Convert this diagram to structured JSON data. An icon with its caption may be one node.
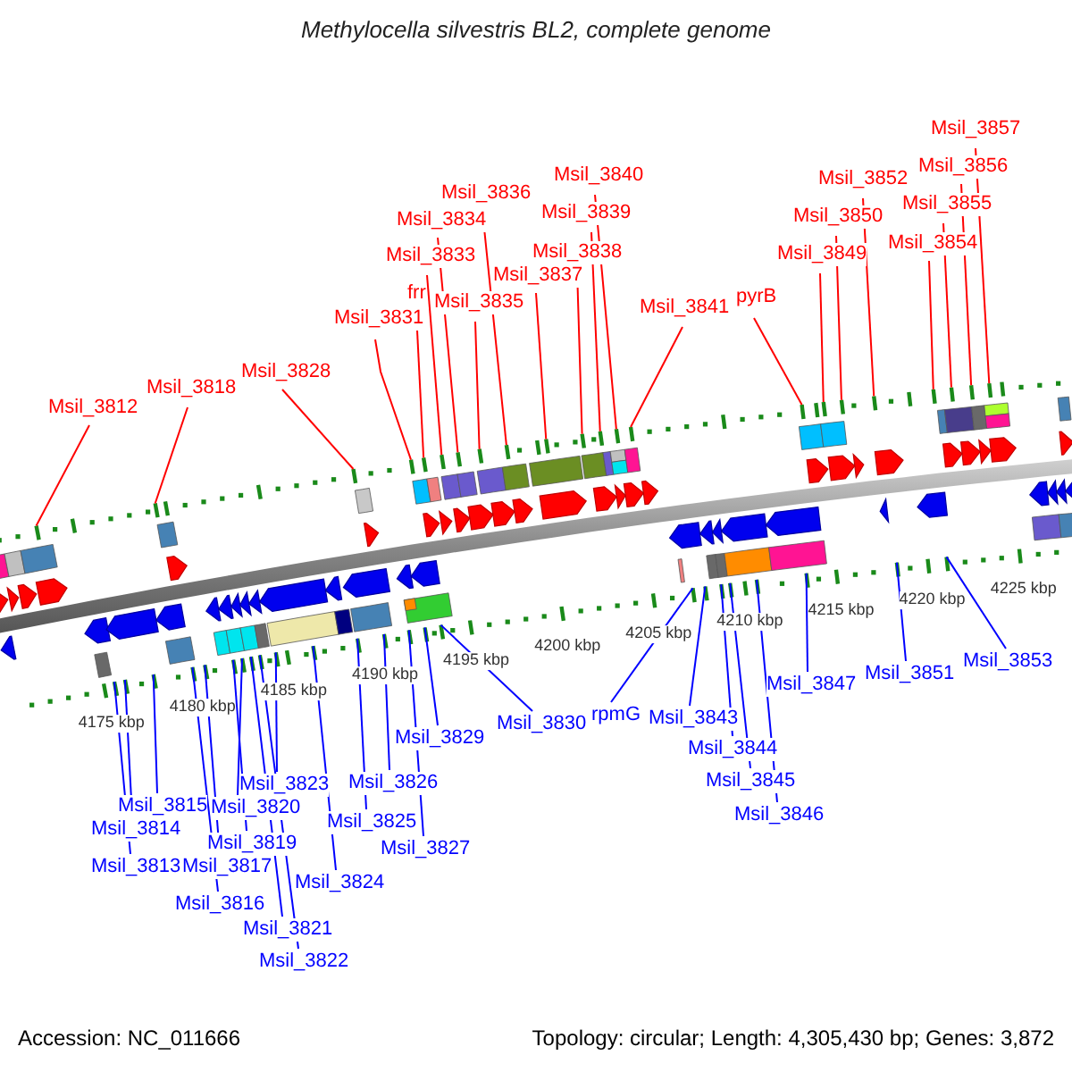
{
  "diagram": {
    "title": "Methylocella silvestris BL2, complete genome",
    "nodes": [
      {
        "text": [
          "Msil_3812"
        ]
      },
      {
        "text": [
          "Msil_3818"
        ]
      },
      {
        "text": [
          "Msil_3828"
        ]
      },
      {
        "text": [
          "Msil_3831"
        ]
      },
      {
        "text": [
          "frr"
        ]
      },
      {
        "text": [
          "Msil_3833"
        ]
      },
      {
        "text": [
          "Msil_3834"
        ]
      },
      {
        "text": [
          "Msil_3835"
        ]
      },
      {
        "text": [
          "Msil_3836"
        ]
      },
      {
        "text": [
          "Msil_3837"
        ]
      },
      {
        "text": [
          "Msil_3838"
        ]
      },
      {
        "text": [
          "Msil_3839"
        ]
      },
      {
        "text": [
          "Msil_3840"
        ]
      },
      {
        "text": [
          "Msil_3841"
        ]
      },
      {
        "text": [
          "pyrB"
        ]
      },
      {
        "text": [
          "Msil_3849"
        ]
      },
      {
        "text": [
          "Msil_3850"
        ]
      },
      {
        "text": [
          "Msil_3852"
        ]
      },
      {
        "text": [
          "Msil_3854"
        ]
      },
      {
        "text": [
          "Msil_3855"
        ]
      },
      {
        "text": [
          "Msil_3856"
        ]
      },
      {
        "text": [
          "Msil_3857"
        ]
      },
      {
        "text": [
          "Msil_3813"
        ]
      },
      {
        "text": [
          "Msil_3814"
        ]
      },
      {
        "text": [
          "Msil_3815"
        ]
      },
      {
        "text": [
          "Msil_3816"
        ]
      },
      {
        "text": [
          "Msil_3817"
        ]
      },
      {
        "text": [
          "Msil_3819"
        ]
      },
      {
        "text": [
          "Msil_3820"
        ]
      },
      {
        "text": [
          "Msil_3821"
        ]
      },
      {
        "text": [
          "Msil_3822"
        ]
      },
      {
        "text": [
          "Msil_3823"
        ]
      },
      {
        "text": [
          "Msil_3824"
        ]
      },
      {
        "text": [
          "Msil_3825"
        ]
      },
      {
        "text": [
          "Msil_3826"
        ]
      },
      {
        "text": [
          "Msil_3827"
        ]
      },
      {
        "text": [
          "Msil_3829"
        ]
      },
      {
        "text": [
          "Msil_3830"
        ]
      },
      {
        "text": [
          "rpmG"
        ]
      },
      {
        "text": [
          "Msil_3843"
        ]
      },
      {
        "text": [
          "Msil_3844"
        ]
      },
      {
        "text": [
          "Msil_3845"
        ]
      },
      {
        "text": [
          "Msil_3846"
        ]
      },
      {
        "text": [
          "Msil_3847"
        ]
      },
      {
        "text": [
          "Msil_3851"
        ]
      },
      {
        "text": [
          "Msil_3853"
        ]
      },
      {
        "text": [],
        "shape": "bar"
      },
      {
        "text": [],
        "shape": "bar"
      },
      {
        "text": [],
        "shape": "bar"
      },
      {
        "text": [],
        "shape": "bar"
      },
      {
        "text": [],
        "shape": "bar"
      },
      {
        "text": [],
        "shape": "bar"
      },
      {
        "text": [],
        "shape": "bar"
      },
      {
        "text": [],
        "shape": "bar"
      },
      {
        "text": [],
        "shape": "bar"
      },
      {
        "text": [],
        "shape": "bar"
      },
      {
        "text": [],
        "shape": "bar"
      },
      {
        "text": [],
        "shape": "bar"
      },
      {
        "text": [],
        "shape": "bar"
      },
      {
        "text": [],
        "shape": "bar"
      },
      {
        "text": [],
        "shape": "bar"
      },
      {
        "text": [],
        "shape": "bar"
      },
      {
        "text": [],
        "shape": "bar"
      },
      {
        "text": [],
        "shape": "bar"
      },
      {
        "text": [],
        "shape": "bar"
      },
      {
        "text": [],
        "shape": "bar"
      },
      {
        "text": [],
        "shape": "bar"
      },
      {
        "text": [],
        "shape": "bar"
      },
      {
        "text": [],
        "shape": "bar"
      },
      {
        "text": [],
        "shape": "bar"
      },
      {
        "text": [],
        "shape": "bar"
      },
      {
        "text": [],
        "shape": "bar"
      },
      {
        "text": [],
        "shape": "bar"
      },
      {
        "text": [],
        "shape": "bar"
      },
      {
        "text": [],
        "shape": "bar"
      },
      {
        "text": [],
        "shape": "bar"
      },
      {
        "text": [],
        "shape": "bar"
      },
      {
        "text": [],
        "shape": "bar"
      },
      {
        "text": [],
        "shape": "bar"
      },
      {
        "text": [],
        "shape": "bar"
      },
      {
        "text": [],
        "shape": "bar"
      },
      {
        "text": [],
        "shape": "bar"
      },
      {
        "text": [],
        "shape": "bar"
      },
      {
        "text": [],
        "shape": "bar"
      },
      {
        "text": [],
        "shape": "bar"
      },
      {
        "text": [],
        "shape": "bar"
      },
      {
        "text": [],
        "shape": "bar"
      },
      {
        "text": [],
        "shape": "bar"
      },
      {
        "text": [],
        "shape": "bar"
      },
      {
        "text": [],
        "shape": "bar"
      },
      {
        "text": [],
        "shape": "bar"
      },
      {
        "text": [],
        "shape": "bar"
      }
    ],
    "edges": [
      {
        "from": 0,
        "to": 46,
        "arrow": "none",
        "color": "#ff0000"
      },
      {
        "from": 1,
        "to": 47,
        "arrow": "none",
        "color": "#ff0000"
      },
      {
        "from": 2,
        "to": 48,
        "arrow": "none",
        "color": "#ff0000"
      },
      {
        "from": 3,
        "to": 49,
        "arrow": "none",
        "color": "#ff0000"
      },
      {
        "from": 4,
        "to": 50,
        "arrow": "none",
        "color": "#ff0000"
      },
      {
        "from": 5,
        "to": 51,
        "arrow": "none",
        "color": "#ff0000"
      },
      {
        "from": 6,
        "to": 52,
        "arrow": "none",
        "color": "#ff0000"
      },
      {
        "from": 7,
        "to": 53,
        "arrow": "none",
        "color": "#ff0000"
      },
      {
        "from": 8,
        "to": 54,
        "arrow": "none",
        "color": "#ff0000"
      },
      {
        "from": 9,
        "to": 55,
        "arrow": "none",
        "color": "#ff0000"
      },
      {
        "from": 10,
        "to": 56,
        "arrow": "none",
        "color": "#ff0000"
      },
      {
        "from": 11,
        "to": 57,
        "arrow": "none",
        "color": "#ff0000"
      },
      {
        "from": 12,
        "to": 58,
        "arrow": "none",
        "color": "#ff0000"
      },
      {
        "from": 13,
        "to": 59,
        "arrow": "none",
        "color": "#ff0000"
      },
      {
        "from": 14,
        "to": 60,
        "arrow": "none",
        "color": "#ff0000"
      },
      {
        "from": 15,
        "to": 61,
        "arrow": "none",
        "color": "#ff0000"
      },
      {
        "from": 16,
        "to": 62,
        "arrow": "none",
        "color": "#ff0000"
      },
      {
        "from": 17,
        "to": 63,
        "arrow": "none",
        "color": "#ff0000"
      },
      {
        "from": 18,
        "to": 64,
        "arrow": "none",
        "color": "#ff0000"
      },
      {
        "from": 19,
        "to": 65,
        "arrow": "none",
        "color": "#ff0000"
      },
      {
        "from": 20,
        "to": 66,
        "arrow": "none",
        "color": "#ff0000"
      },
      {
        "from": 21,
        "to": 67,
        "arrow": "none",
        "color": "#ff0000"
      },
      {
        "from": 22,
        "to": 68,
        "arrow": "none",
        "color": "#0000ff"
      },
      {
        "from": 23,
        "to": 69,
        "arrow": "none",
        "color": "#0000ff"
      },
      {
        "from": 24,
        "to": 70,
        "arrow": "none",
        "color": "#0000ff"
      },
      {
        "from": 25,
        "to": 71,
        "arrow": "none",
        "color": "#0000ff"
      },
      {
        "from": 26,
        "to": 72,
        "arrow": "none",
        "color": "#0000ff"
      },
      {
        "from": 27,
        "to": 73,
        "arrow": "none",
        "color": "#0000ff"
      },
      {
        "from": 28,
        "to": 74,
        "arrow": "none",
        "color": "#0000ff"
      },
      {
        "from": 29,
        "to": 75,
        "arrow": "none",
        "color": "#0000ff"
      },
      {
        "from": 30,
        "to": 76,
        "arrow": "none",
        "color": "#0000ff"
      },
      {
        "from": 31,
        "to": 77,
        "arrow": "none",
        "color": "#0000ff"
      },
      {
        "from": 32,
        "to": 78,
        "arrow": "none",
        "color": "#0000ff"
      },
      {
        "from": 33,
        "to": 79,
        "arrow": "none",
        "color": "#0000ff"
      },
      {
        "from": 34,
        "to": 80,
        "arrow": "none",
        "color": "#0000ff"
      },
      {
        "from": 35,
        "to": 81,
        "arrow": "none",
        "color": "#0000ff"
      },
      {
        "from": 36,
        "to": 82,
        "arrow": "none",
        "color": "#0000ff"
      },
      {
        "from": 37,
        "to": 83,
        "arrow": "none",
        "color": "#0000ff"
      },
      {
        "from": 38,
        "to": 84,
        "arrow": "none",
        "color": "#0000ff"
      },
      {
        "from": 39,
        "to": 85,
        "arrow": "none",
        "color": "#0000ff"
      },
      {
        "from": 40,
        "to": 86,
        "arrow": "none",
        "color": "#0000ff"
      },
      {
        "from": 41,
        "to": 87,
        "arrow": "none",
        "color": "#0000ff"
      },
      {
        "from": 42,
        "to": 88,
        "arrow": "none",
        "color": "#0000ff"
      },
      {
        "from": 43,
        "to": 89,
        "arrow": "none",
        "color": "#0000ff"
      },
      {
        "from": 44,
        "to": 90,
        "arrow": "none",
        "color": "#0000ff"
      },
      {
        "from": 45,
        "to": 91,
        "arrow": "none",
        "color": "#0000ff"
      }
    ],
    "labels": [
      "4175 kbp",
      "4180 kbp",
      "4185 kbp",
      "4190 kbp",
      "4195 kbp",
      "4200 kbp",
      "4205 kbp",
      "4210 kbp",
      "4215 kbp",
      "4220 kbp",
      "4225 kbp",
      "Accession: NC_011666",
      "Topology: circular; Length: 4,305,430 bp; Genes: 3,872"
    ]
  }
}
